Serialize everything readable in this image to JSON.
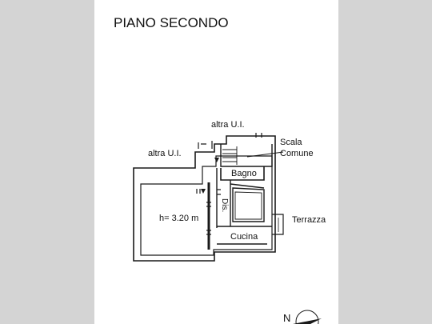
{
  "title": "PIANO SECONDO",
  "labels": {
    "other_unit_top": "altra U.I.",
    "other_unit_left": "altra U.I.",
    "stairs_line1": "Scala",
    "stairs_line2": "Comune",
    "bathroom": "Bagno",
    "closet": "Dis.",
    "height": "h= 3.20 m",
    "kitchen": "Cucina",
    "terrace": "Terrazza"
  },
  "compass": {
    "north": "N"
  },
  "colors": {
    "wall": "#1a1a1a",
    "paper": "#ffffff",
    "background": "#d4d4d4"
  }
}
